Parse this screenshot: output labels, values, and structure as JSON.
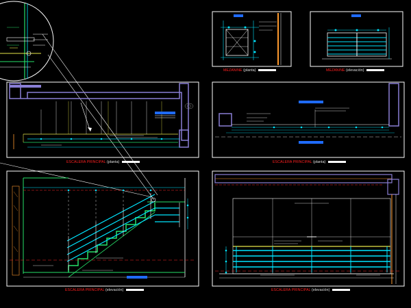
{
  "drawing": {
    "background": "#000000",
    "colors": {
      "frame": "#ffffff",
      "wall": "#8a7fd6",
      "cyan": "#00e5ff",
      "green": "#26e26a",
      "yellow": "#e8e84a",
      "red": "#ff2a2a",
      "blue": "#1f6bff",
      "orange": "#ff9a2e",
      "gray": "#9a9a9a"
    },
    "captions": [
      {
        "id": "mezzanine-plan",
        "title": "MEZANINE",
        "subtitle": "(planta)"
      },
      {
        "id": "mezzanine-elevation",
        "title": "MEZANINE",
        "subtitle": "(elevación)"
      },
      {
        "id": "main-stair-plan",
        "title": "ESCALERA PRINCIPAL",
        "subtitle": "(planta)"
      },
      {
        "id": "secondary-stair-plan",
        "title": "ESCALERA PRINCIPAL",
        "subtitle": "(planta)"
      },
      {
        "id": "main-stair-elevation",
        "title": "ESCALERA PRINCIPAL",
        "subtitle": "(elevación)"
      },
      {
        "id": "secondary-stair-elevation",
        "title": "ESCALERA PRINCIPAL",
        "subtitle": "(elevación)"
      }
    ]
  }
}
